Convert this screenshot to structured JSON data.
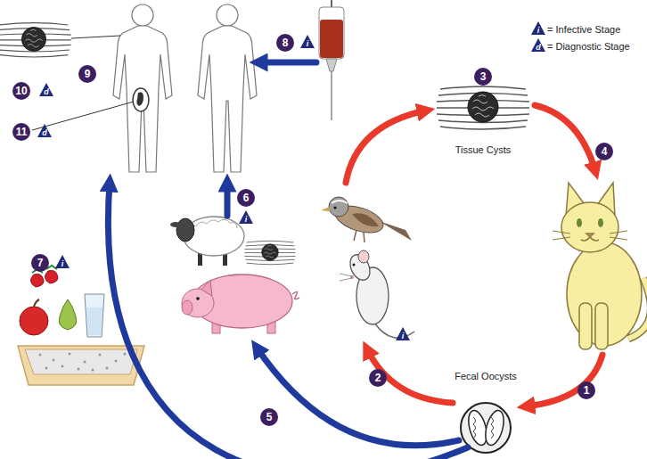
{
  "diagram": {
    "labels": [
      "1",
      "2",
      "3",
      "4",
      "5",
      "6",
      "7",
      "8",
      "9",
      "10",
      "11",
      "Tissue Cysts",
      "Fecal Oocysts",
      "i",
      "i",
      "i",
      "i",
      "d",
      "d",
      "i",
      "d"
    ],
    "legend": [
      {
        "text": "= Infective Stage"
      },
      {
        "text": "= Diagnostic Stage"
      }
    ]
  }
}
